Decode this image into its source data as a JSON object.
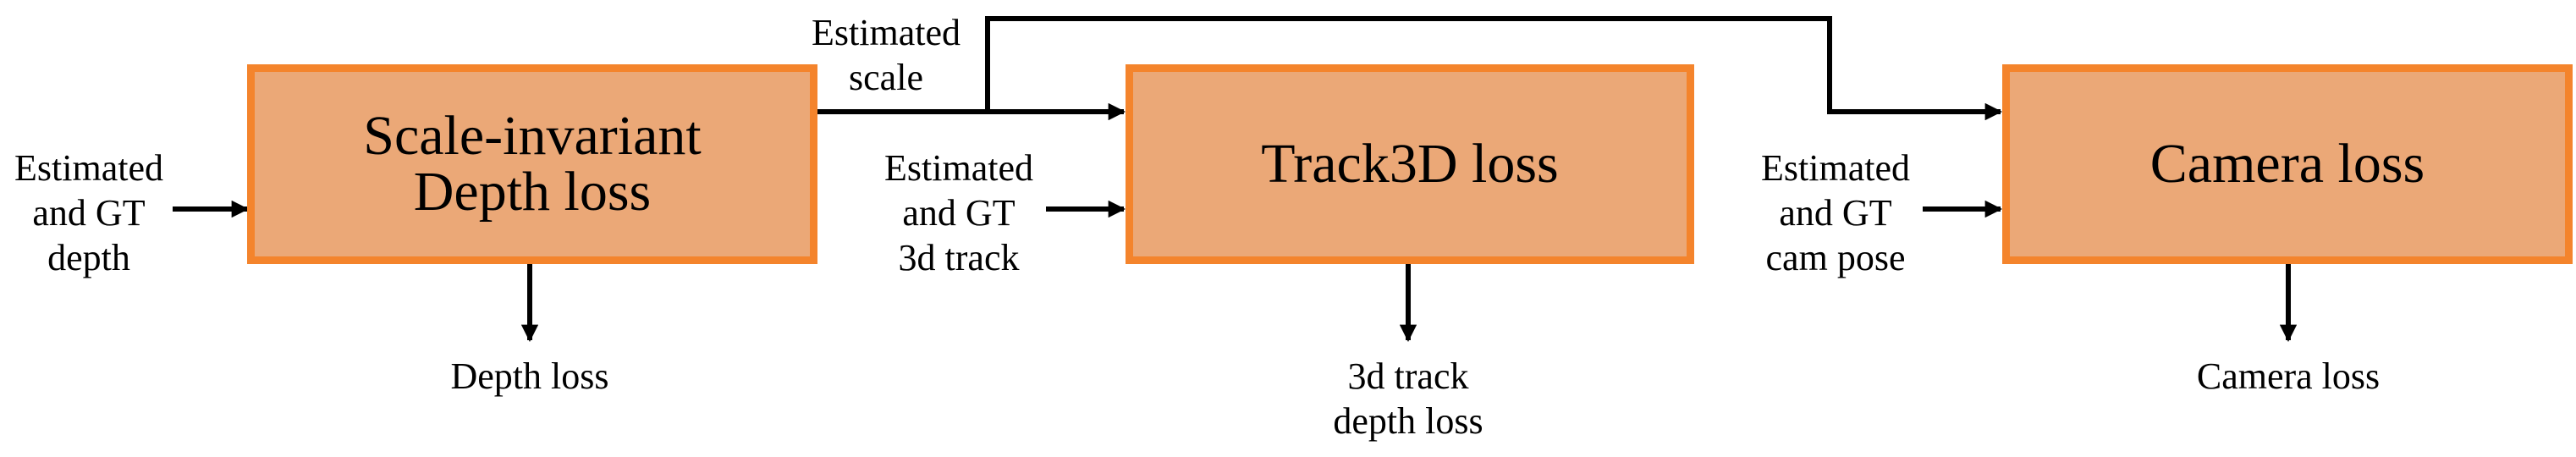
{
  "colors": {
    "box_fill": "#EBA877",
    "box_border": "#F4842C",
    "line": "#000000"
  },
  "boxes": {
    "depth": "Scale-invariant\nDepth loss",
    "track": "Track3D loss",
    "camera": "Camera loss"
  },
  "inputs": {
    "depth": "Estimated\nand GT\ndepth",
    "track": "Estimated\nand GT\n3d track",
    "camera": "Estimated\nand GT\ncam pose",
    "scale": "Estimated\nscale"
  },
  "outputs": {
    "depth": "Depth loss",
    "track": "3d track\ndepth loss",
    "camera": "Camera loss"
  }
}
